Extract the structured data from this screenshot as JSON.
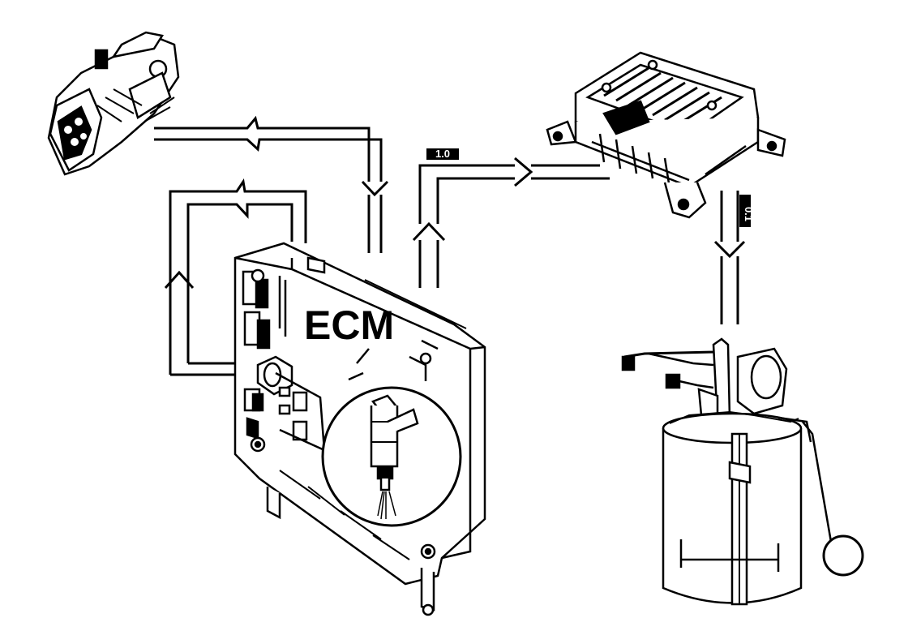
{
  "diagram": {
    "ecm_label": "ECM",
    "wire_label_top": "1.0",
    "wire_label_right": "0.1",
    "ink_color": "#000000",
    "background_color": "#ffffff"
  },
  "icons": {
    "sensor": "connector-sensor-icon",
    "control_module": "control-module-icon",
    "ecm": "ecm-unit-icon",
    "injector": "fuel-injector-icon",
    "fuel_pump": "fuel-pump-module-icon"
  }
}
